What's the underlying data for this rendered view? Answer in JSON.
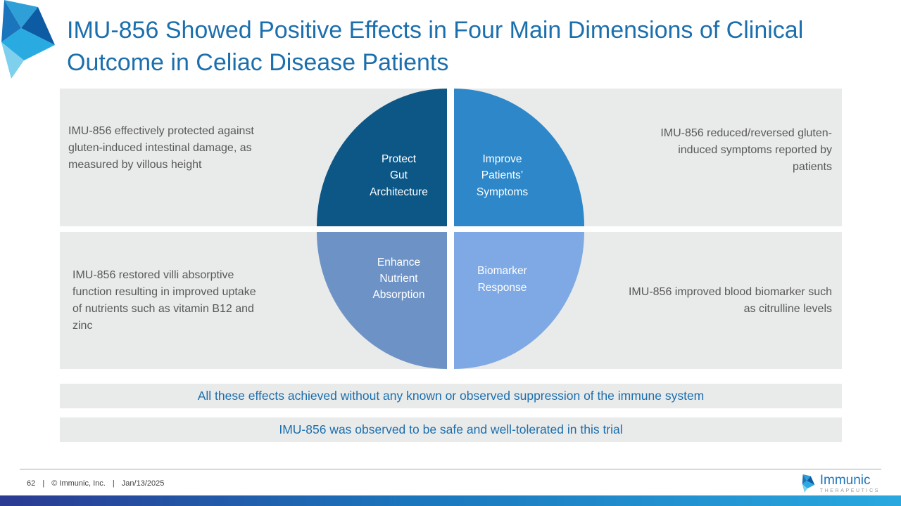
{
  "slide": {
    "title": "IMU-856 Showed Positive Effects in Four Main Dimensions of Clinical Outcome in Celiac Disease Patients",
    "quadrants": [
      {
        "label": "Protect\nGut\nArchitecture",
        "description": "IMU-856 effectively protected against gluten-induced intestinal damage, as measured by villous height",
        "color": "#0d5787"
      },
      {
        "label": "Improve\nPatients’\nSymptoms",
        "description": "IMU-856 reduced/reversed gluten-induced symptoms reported by patients",
        "color": "#2d87c8"
      },
      {
        "label": "Enhance\nNutrient\nAbsorption",
        "description": "IMU-856 restored villi absorptive function resulting in improved uptake of nutrients such as vitamin B12 and zinc",
        "color": "#6d93c6"
      },
      {
        "label": "Biomarker\nResponse",
        "description": "IMU-856 improved blood biomarker such as citrulline levels",
        "color": "#7ea9e4"
      }
    ],
    "banners": [
      "All these effects achieved without any known or observed suppression of the immune system",
      "IMU-856 was observed to be safe and well-tolerated in this trial"
    ],
    "footer": {
      "page_number": "62",
      "separator": "|",
      "copyright": "© Immunic, Inc.",
      "date": "Jan/13/2025",
      "brand_name": "Immunic",
      "brand_subtitle": "THERAPEUTICS"
    },
    "colors": {
      "title_blue": "#1c6fad",
      "panel_gray": "#e9eaea",
      "body_text_gray": "#595959",
      "banner_text_blue": "#1c6fad",
      "brand_blue": "#1b75bc",
      "accent_bar_left": "#2b3a92",
      "accent_bar_right": "#29a8df"
    }
  }
}
